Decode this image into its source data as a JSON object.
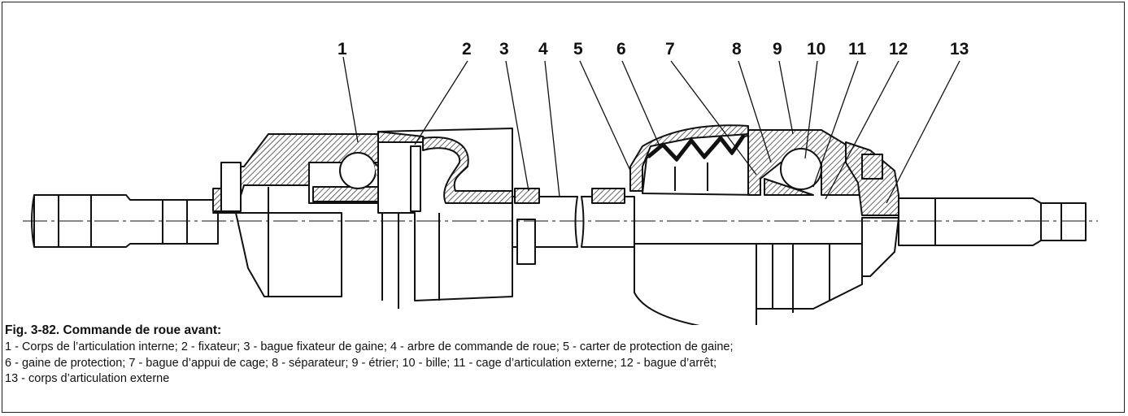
{
  "figure": {
    "callouts": [
      "1",
      "2",
      "3",
      "4",
      "5",
      "6",
      "7",
      "8",
      "9",
      "10",
      "11",
      "12",
      "13"
    ],
    "caption_title": "Fig. 3-82. Commande de roue avant:",
    "legend": [
      " 1 - Corps de l’articulation interne; ",
      "2 - fixateur; ",
      "3 - bague fixateur de gaine; ",
      "4 - arbre de commande de roue; ",
      "5 - carter de protection de gaine; ",
      "6 - gaine de protection; ",
      "7 - bague d’appui de cage; ",
      "8 - séparateur; ",
      "9 - étrier; ",
      "10 - bille; ",
      "11 - cage d’articulation externe; ",
      "12 - bague d’arrêt; ",
      "13 - corps d’articulation externe"
    ]
  }
}
